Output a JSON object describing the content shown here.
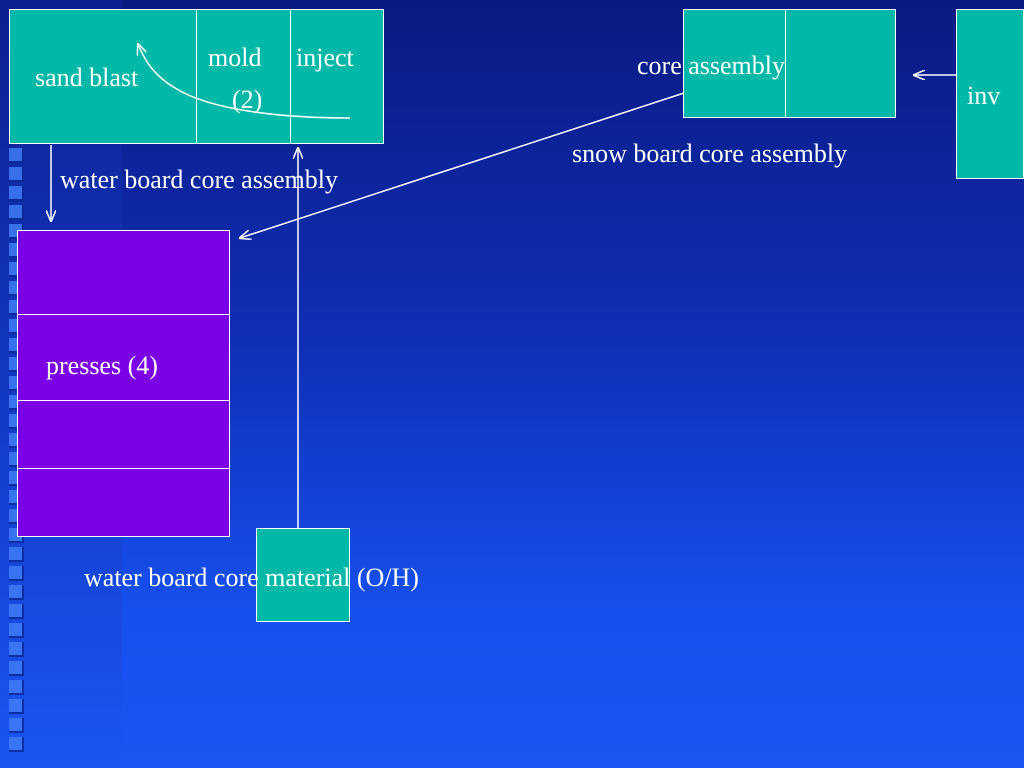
{
  "diagram": {
    "stations": {
      "sand_blast": "sand blast",
      "mold": "mold",
      "mold_count": "(2)",
      "inject": "inject",
      "core_assembly": "core assembly",
      "inv": "inv",
      "presses": "presses  (4)"
    },
    "flows": {
      "water_board_core_assembly": "water board core assembly",
      "snow_board_core_assembly": "snow board core assembly",
      "water_board_core_material": "water board core material (O/H)"
    },
    "colors": {
      "station_teal": "#00b8a8",
      "press_purple": "#7b00e6",
      "background_top": "#0a1a82",
      "background_bottom": "#1a56f3"
    }
  }
}
